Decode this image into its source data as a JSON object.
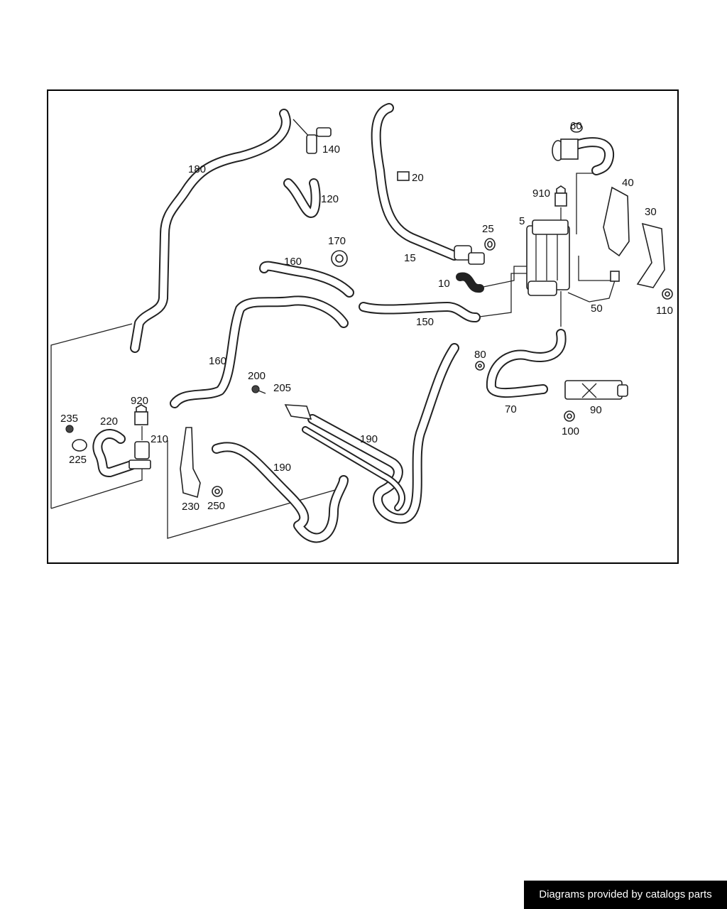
{
  "diagram": {
    "labels": {
      "l5": "5",
      "l10": "10",
      "l15": "15",
      "l20": "20",
      "l25": "25",
      "l30": "30",
      "l40": "40",
      "l50": "50",
      "l60": "60",
      "l70": "70",
      "l80": "80",
      "l90": "90",
      "l100": "100",
      "l110": "110",
      "l120": "120",
      "l140": "140",
      "l150": "150",
      "l160a": "160",
      "l160b": "160",
      "l170": "170",
      "l180": "180",
      "l190a": "190",
      "l190b": "190",
      "l200": "200",
      "l205": "205",
      "l210": "210",
      "l220": "220",
      "l225": "225",
      "l230": "230",
      "l235": "235",
      "l250": "250",
      "l910": "910",
      "l920": "920"
    }
  },
  "footer": {
    "credit": "Diagrams provided by catalogs parts"
  }
}
